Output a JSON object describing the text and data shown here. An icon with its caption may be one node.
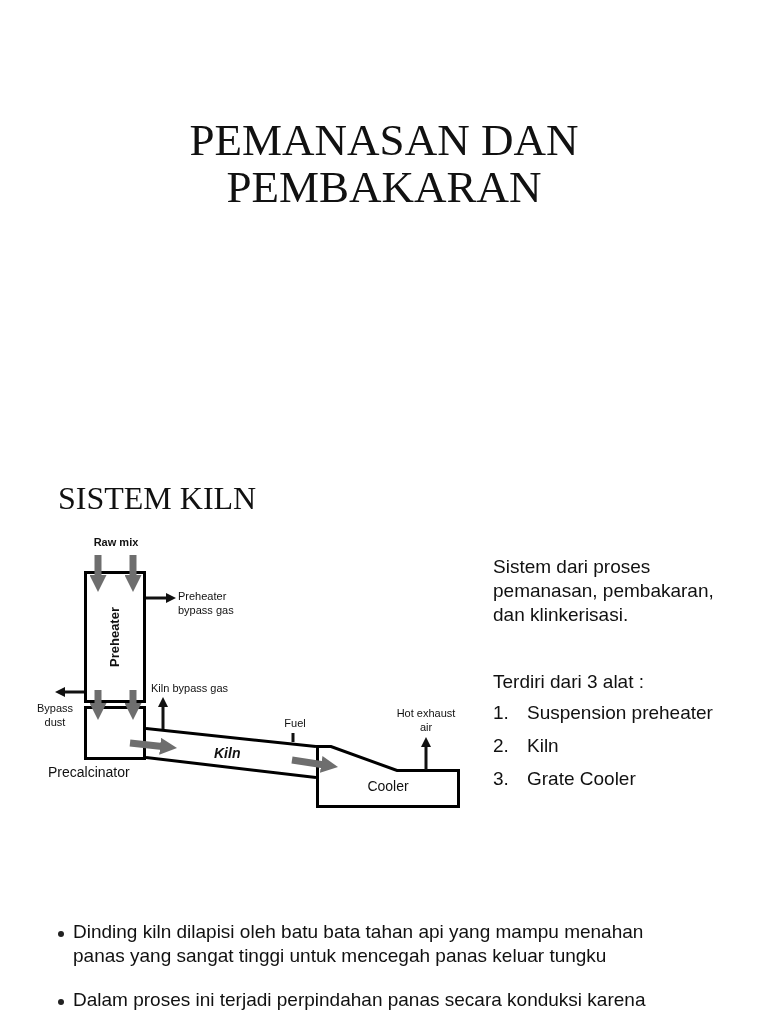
{
  "diagram": {
    "title": "PEMANASAN DAN PEMBAKARAN",
    "nodes": [
      {
        "text": [
          "Raw mix"
        ]
      },
      {
        "text": [
          "Preheater"
        ]
      },
      {
        "text": [
          "Preheater bypass gas"
        ]
      },
      {
        "text": [
          "Kiln bypass gas"
        ]
      },
      {
        "text": [
          "Bypass dust"
        ]
      },
      {
        "text": [
          "Precalcinator"
        ]
      },
      {
        "text": [
          "Fuel"
        ]
      },
      {
        "text": [
          "Hot exhaust air"
        ]
      },
      {
        "text": [
          "Kiln"
        ]
      },
      {
        "text": [
          "Cooler"
        ]
      }
    ],
    "edges": [
      {
        "from": 0,
        "to": 1,
        "arrow": "to"
      },
      {
        "from": 0,
        "to": 1,
        "arrow": "to"
      },
      {
        "from": 1,
        "to": 2,
        "arrow": "to",
        "color": "#111111"
      },
      {
        "from": 1,
        "to": 4,
        "arrow": "to",
        "color": "#111111"
      },
      {
        "from": 1,
        "to": 5,
        "arrow": "to"
      },
      {
        "from": 1,
        "to": 5,
        "arrow": "to"
      },
      {
        "from": 8,
        "to": 3,
        "arrow": "to",
        "color": "#111111"
      },
      {
        "from": 6,
        "to": 8,
        "arrow": "none",
        "color": "#111111"
      },
      {
        "from": 5,
        "to": 8,
        "arrow": "to"
      },
      {
        "from": 8,
        "to": 9,
        "arrow": "to"
      },
      {
        "from": 9,
        "to": 7,
        "arrow": "to",
        "color": "#111111"
      }
    ],
    "labels": [
      "SISTEM KILN",
      "Sistem dari proses pemanasan, pembakaran, dan klinkerisasi.",
      "Terdiri dari 3 alat :",
      "1.",
      "Suspension preheater",
      "2.",
      "Kiln",
      "3.",
      "Grate Cooler",
      "Dinding kiln dilapisi oleh batu bata tahan api yang mampu menahan panas yang sangat tinggi untuk mencegah panas keluar tungku",
      "Dalam proses ini terjadi perpindahan panas secara konduksi karena"
    ]
  }
}
